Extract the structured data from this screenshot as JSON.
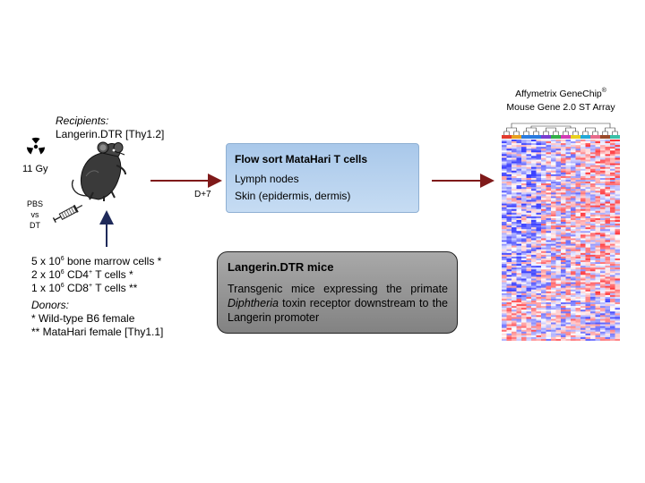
{
  "recipients": {
    "label": "Recipients:",
    "strain": "Langerin.DTR [Thy1.2]",
    "radiation": "11 Gy",
    "treatment_1": "PBS",
    "treatment_vs": "vs",
    "treatment_2": "DT"
  },
  "timepoint": "D+7",
  "flow_sort": {
    "title": "Flow sort MataHari T cells",
    "items": [
      "Lymph nodes",
      "Skin (epidermis, dermis)"
    ]
  },
  "array": {
    "line1": "Affymetrix GeneChip",
    "line1_mark": "®",
    "line2": "Mouse Gene 2.0 ST Array"
  },
  "cells": [
    {
      "count": "5 x 10",
      "exp": "6",
      "name": "bone marrow cells",
      "name_sup": "",
      "name_rest": "",
      "mark": "*"
    },
    {
      "count": "2 x 10",
      "exp": "6",
      "name": "CD4",
      "name_sup": "+",
      "name_rest": "T cells",
      "mark": "*"
    },
    {
      "count": "1 x 10",
      "exp": "6",
      "name": "CD8",
      "name_sup": "+",
      "name_rest": "T cells",
      "mark": "**"
    }
  ],
  "donors": {
    "label": "Donors:",
    "lines": [
      "* Wild-type B6 female",
      "** MataHari female [Thy1.1]"
    ]
  },
  "langerin": {
    "title": "Langerin.DTR mice",
    "desc_part1": "Transgenic mice expressing the primate",
    "desc_italic": "Diphtheria",
    "desc_part2": "toxin receptor downstream to the Langerin promoter"
  },
  "colors": {
    "arrow_red": "#7f1a1a",
    "arrow_navy": "#1f2a5a",
    "flow_box": "#b9d3ef",
    "langerin_box": "#969696",
    "heat_red": "#e8333a",
    "heat_blue": "#3a3fd4",
    "sample_colors": [
      "#e23b2e",
      "#e8a020",
      "#2a7be0",
      "#2a7be0",
      "#7a3fd0",
      "#33b04a",
      "#d33bb5",
      "#e8d020",
      "#22a8d8",
      "#e86a8a",
      "#9a4a2a",
      "#3ac0a8"
    ]
  }
}
